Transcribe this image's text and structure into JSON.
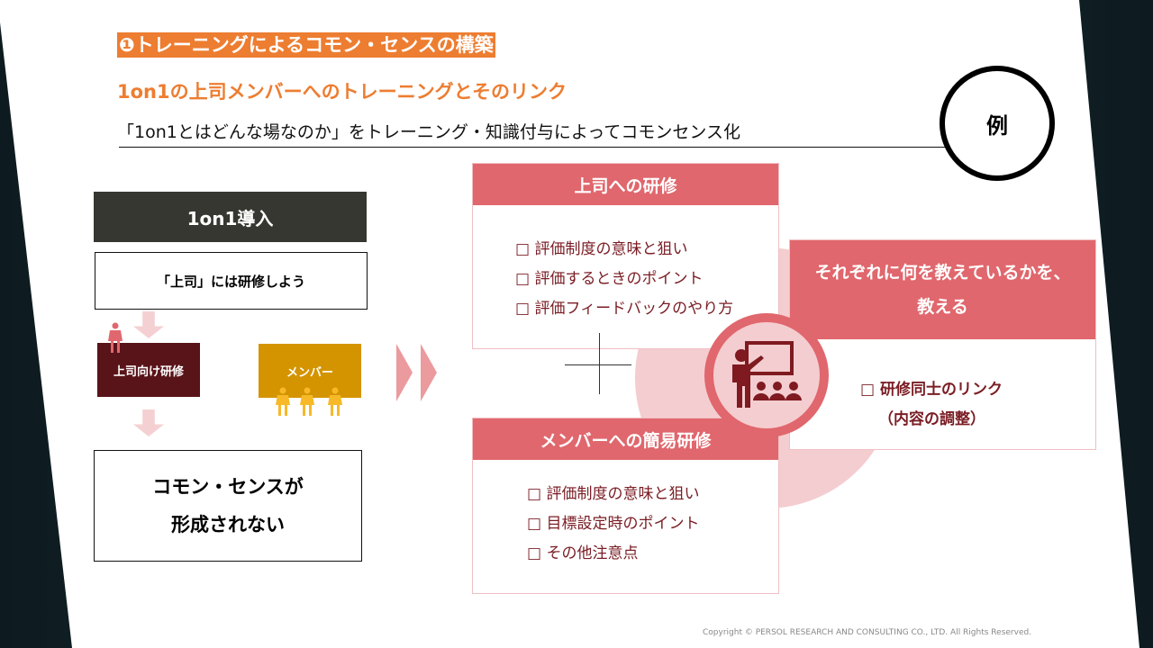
{
  "title": "❶トレーニングによるコモン・センスの構築",
  "subtitle": "1on1の上司メンバーへのトレーニングとそのリンク",
  "lead": "「1on1とはどんな場なのか」をトレーニング・知識付与によってコモンセンス化",
  "example_badge": "例",
  "left": {
    "header": "1on1導入",
    "box1": "「上司」には研修しよう",
    "boss_label": "上司向け研修",
    "member_label": "メンバー",
    "result_line1": "コモン・センスが",
    "result_line2": "形成されない"
  },
  "boss_training": {
    "header": "上司への研修",
    "items": [
      "□ 評価制度の意味と狙い",
      "□ 評価するときのポイント",
      "□ 評価フィードバックのやり方"
    ]
  },
  "member_training": {
    "header": "メンバーへの簡易研修",
    "items": [
      "□ 評価制度の意味と狙い",
      "□ 目標設定時のポイント",
      "□ その他注意点"
    ]
  },
  "link": {
    "header_line1": "それぞれに何を教えているかを、",
    "header_line2": "教える",
    "item_line1": "□ 研修同士のリンク",
    "item_line2": "（内容の調整）"
  },
  "copyright": "Copyright © PERSOL RESEARCH AND CONSULTING CO., LTD. All Rights Reserved."
}
